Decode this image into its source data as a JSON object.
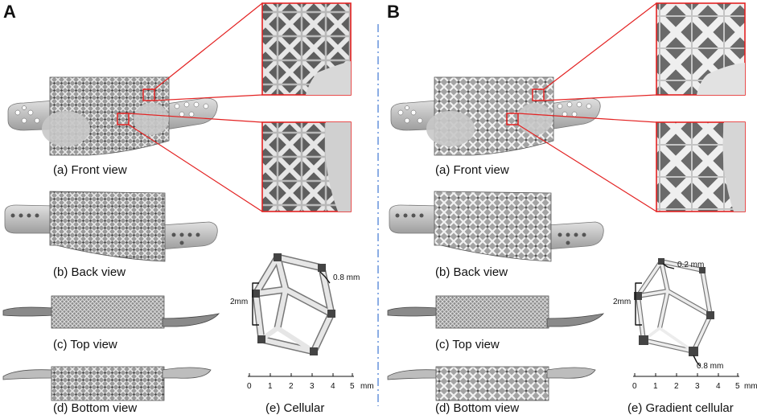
{
  "panels": [
    {
      "letter": "A",
      "captions": {
        "front": "(a) Front view",
        "back": "(b) Back view",
        "top": "(c) Top view",
        "bottom": "(d) Bottom view",
        "cell": "(e) Cellular"
      },
      "cell": {
        "size_label": "2mm",
        "strut_label_1": "0.8  mm",
        "strut_label_2": ""
      }
    },
    {
      "letter": "B",
      "captions": {
        "front": "(a) Front view",
        "back": "(b) Back view",
        "top": "(c) Top view",
        "bottom": "(d) Bottom view",
        "cell": "(e) Gradient cellular"
      },
      "cell": {
        "size_label": "2mm",
        "strut_label_1": "0.2  mm",
        "strut_label_2": "0.8  mm"
      }
    }
  ],
  "scale_bar": {
    "ticks": [
      "0",
      "1",
      "2",
      "3",
      "4",
      "5"
    ],
    "unit": "mm"
  },
  "colors": {
    "highlight": "#e32222",
    "divider": "#5a8ad8",
    "mesh": "#8a8a8a",
    "plate": "#bdbdbd"
  }
}
